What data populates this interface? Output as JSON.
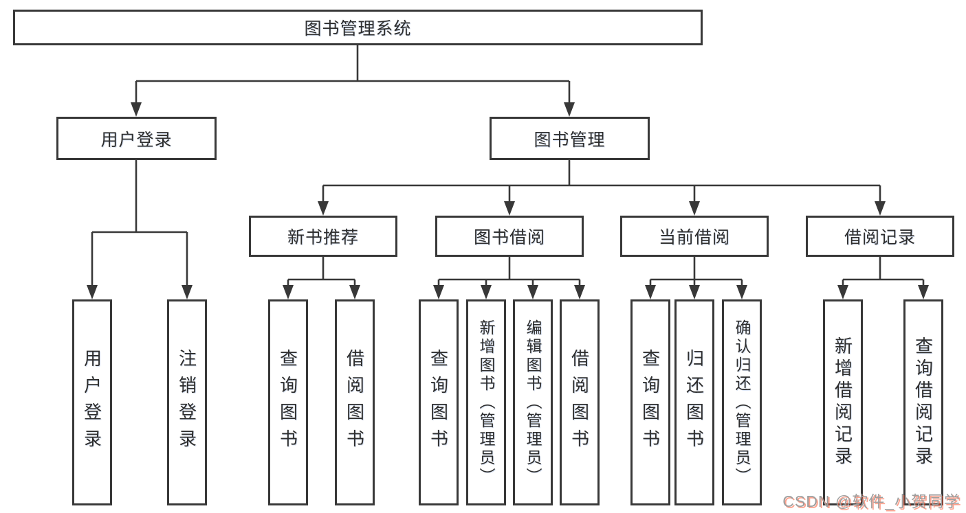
{
  "diagram": {
    "root": {
      "label": "图书管理系统"
    },
    "level2": [
      {
        "id": "user-login",
        "label": "用户登录"
      },
      {
        "id": "book-management",
        "label": "图书管理"
      }
    ],
    "level3": [
      {
        "id": "new-book-recommend",
        "label": "新书推荐"
      },
      {
        "id": "book-borrow",
        "label": "图书借阅"
      },
      {
        "id": "current-borrow",
        "label": "当前借阅"
      },
      {
        "id": "borrow-records",
        "label": "借阅记录"
      }
    ],
    "leaves": [
      {
        "parent": "user-login",
        "label": "用户登录"
      },
      {
        "parent": "user-login",
        "label": "注销登录"
      },
      {
        "parent": "new-book-recommend",
        "label": "查询图书"
      },
      {
        "parent": "new-book-recommend",
        "label": "借阅图书"
      },
      {
        "parent": "book-borrow",
        "label": "查询图书"
      },
      {
        "parent": "book-borrow",
        "label": "新增图书（管理员）"
      },
      {
        "parent": "book-borrow",
        "label": "编辑图书（管理员）"
      },
      {
        "parent": "book-borrow",
        "label": "借阅图书"
      },
      {
        "parent": "current-borrow",
        "label": "查询图书"
      },
      {
        "parent": "current-borrow",
        "label": "归还图书"
      },
      {
        "parent": "current-borrow",
        "label": "确认归还（管理员）"
      },
      {
        "parent": "borrow-records",
        "label": "新增借阅记录"
      },
      {
        "parent": "borrow-records",
        "label": "查询借阅记录"
      }
    ],
    "watermark": "CSDN @软件_小贺同学",
    "colors": {
      "line": "#383838",
      "text": "#2e2e2e",
      "background": "#ffffff",
      "watermark_gray": "#9e9e9e",
      "watermark_red": "#fc5531"
    }
  }
}
